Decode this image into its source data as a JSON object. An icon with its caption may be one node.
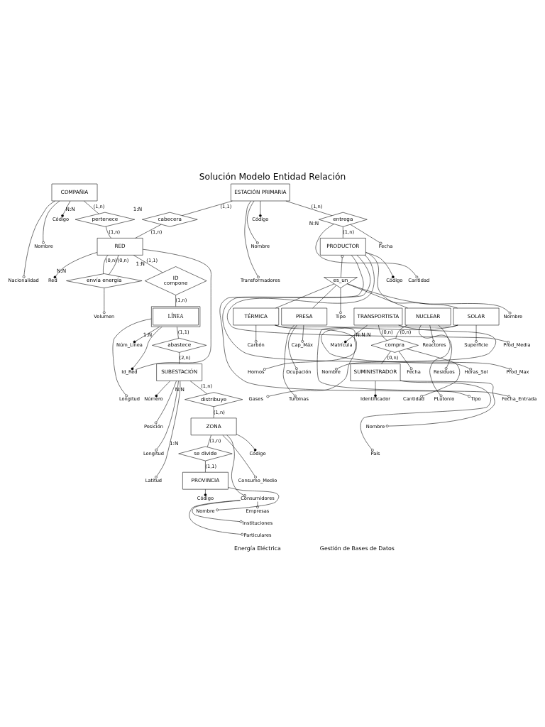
{
  "diagram": {
    "title": "Solución Modelo Entidad Relación",
    "nodes": [
      {
        "text": [
          "COMPAÑIA"
        ]
      },
      {
        "text": [
          "Código"
        ]
      },
      {
        "text": [
          "Nombre"
        ]
      },
      {
        "text": [
          "Nacionalidad"
        ]
      },
      {
        "text": [
          "ESTACIÓN PRIMARIA"
        ]
      },
      {
        "text": [
          "Código"
        ]
      },
      {
        "text": [
          "Nombre"
        ]
      },
      {
        "text": [
          "Transformadores"
        ]
      },
      {
        "text": [
          "entrega"
        ],
        "beside": [
          "N:N"
        ]
      },
      {
        "text": [
          "Fecha"
        ]
      },
      {
        "text": [
          "Cantidad"
        ]
      },
      {
        "text": [
          "PRODUCTOR"
        ]
      },
      {
        "text": [
          "Código"
        ]
      },
      {
        "text": [
          "Nombre"
        ]
      },
      {
        "text": [
          "Prod_Media"
        ]
      },
      {
        "text": [
          "Prod_Max"
        ]
      },
      {
        "text": [
          "Fecha_Entrada"
        ]
      },
      {
        "text": [
          "pertenece"
        ],
        "beside": [
          "N:N"
        ]
      },
      {
        "text": [
          "cabecera"
        ],
        "beside": [
          "1:N"
        ]
      },
      {
        "text": [
          "es_un"
        ]
      },
      {
        "text": [
          "Tipo"
        ]
      },
      {
        "text": [
          "Reactores"
        ]
      },
      {
        "text": [
          "Residuos"
        ]
      },
      {
        "text": [
          "PLutonio"
        ]
      },
      {
        "text": [
          "Volumen"
        ]
      },
      {
        "text": [
          "envía energía"
        ],
        "beside": [
          "N:N"
        ]
      },
      {
        "text": [
          "RED"
        ]
      },
      {
        "text": [
          "Red"
        ]
      },
      {
        "text": [
          "PRESA"
        ]
      },
      {
        "text": [
          "SOLAR"
        ]
      },
      {
        "text": [
          "TÉRMICA"
        ]
      },
      {
        "text": [
          "NUCLEAR"
        ]
      },
      {
        "text": [
          "Cap_Máx"
        ]
      },
      {
        "text": [
          "Ocupación"
        ]
      },
      {
        "text": [
          "Turbinas"
        ]
      },
      {
        "text": [
          "Superficie"
        ]
      },
      {
        "text": [
          "Horas_Sol"
        ]
      },
      {
        "text": [
          "Tipo"
        ]
      },
      {
        "text": [
          "Carbón"
        ]
      },
      {
        "text": [
          "Hornos"
        ]
      },
      {
        "text": [
          "Gases"
        ]
      },
      {
        "text": [
          "ID",
          "compone"
        ],
        "beside": [
          "1:N"
        ]
      },
      {
        "text": [
          "Fecha"
        ]
      },
      {
        "text": [
          "Cantidad"
        ]
      },
      {
        "text": [
          "compra"
        ],
        "beside": [
          "N:N:N"
        ]
      },
      {
        "text": [
          "TRANSPORTISTA"
        ]
      },
      {
        "text": [
          "Matrícula"
        ]
      },
      {
        "text": [
          "Nombre"
        ]
      },
      {
        "text": [
          "LÍNEA"
        ]
      },
      {
        "text": [
          "Núm_Línea"
        ]
      },
      {
        "text": [
          "Id_Red"
        ]
      },
      {
        "text": [
          "Longitud"
        ]
      },
      {
        "text": [
          "SUMINISTRADOR"
        ]
      },
      {
        "text": [
          "Identificador"
        ]
      },
      {
        "text": [
          "Nombre"
        ]
      },
      {
        "text": [
          "País"
        ]
      },
      {
        "text": [
          "abastece"
        ],
        "beside": [
          "1:N"
        ]
      },
      {
        "text": [
          "Código"
        ]
      },
      {
        "text": [
          "Consumo_Medio"
        ]
      },
      {
        "text": [
          "Consumidores"
        ]
      },
      {
        "text": [
          "Empresas"
        ]
      },
      {
        "text": [
          "Instituciones"
        ]
      },
      {
        "text": [
          "Particulares"
        ]
      },
      {
        "text": [
          "Código"
        ]
      },
      {
        "text": [
          "Nombre"
        ]
      },
      {
        "text": [
          "Número"
        ]
      },
      {
        "text": [
          "Posición"
        ]
      },
      {
        "text": [
          "Longitud"
        ]
      },
      {
        "text": [
          "Latitud"
        ]
      },
      {
        "text": [
          "SUBESTACIÓN"
        ]
      },
      {
        "text": [
          "distribuye"
        ],
        "beside": [
          "N:N"
        ]
      },
      {
        "text": [
          "ZONA"
        ]
      },
      {
        "text": [
          "se divide"
        ],
        "beside": [
          "1:N"
        ]
      },
      {
        "text": [
          "PROVINCIA"
        ]
      }
    ],
    "edges": [
      {
        "from": 0,
        "to": 1,
        "arrow": "other"
      },
      {
        "from": 0,
        "to": 2,
        "arrow": "other"
      },
      {
        "from": 0,
        "to": 3,
        "arrow": "other"
      },
      {
        "from": 4,
        "to": 5,
        "arrow": "other"
      },
      {
        "from": 4,
        "to": 6,
        "arrow": "other"
      },
      {
        "from": 4,
        "to": 7,
        "arrow": "other"
      },
      {
        "from": 8,
        "to": 9,
        "arrow": "other"
      },
      {
        "from": 8,
        "to": 10,
        "arrow": "other"
      },
      {
        "from": 11,
        "to": 12,
        "arrow": "other"
      },
      {
        "from": 11,
        "to": 13,
        "arrow": "other"
      },
      {
        "from": 11,
        "to": 14,
        "arrow": "other"
      },
      {
        "from": 11,
        "to": 15,
        "arrow": "other"
      },
      {
        "from": 11,
        "to": 16,
        "arrow": "other"
      },
      {
        "from": 19,
        "to": 20,
        "arrow": "other"
      },
      {
        "from": 31,
        "to": 21,
        "arrow": "other"
      },
      {
        "from": 31,
        "to": 22,
        "arrow": "other"
      },
      {
        "from": 31,
        "to": 23,
        "arrow": "other"
      },
      {
        "from": 25,
        "to": 24,
        "arrow": "other"
      },
      {
        "from": 26,
        "to": 27,
        "arrow": "other"
      },
      {
        "from": 28,
        "to": 32,
        "arrow": "other"
      },
      {
        "from": 28,
        "to": 33,
        "arrow": "other"
      },
      {
        "from": 28,
        "to": 34,
        "arrow": "other"
      },
      {
        "from": 29,
        "to": 35,
        "arrow": "other"
      },
      {
        "from": 29,
        "to": 36,
        "arrow": "other"
      },
      {
        "from": 29,
        "to": 37,
        "arrow": "other"
      },
      {
        "from": 30,
        "to": 38,
        "arrow": "other"
      },
      {
        "from": 30,
        "to": 39,
        "arrow": "other"
      },
      {
        "from": 30,
        "to": 40,
        "arrow": "other"
      },
      {
        "from": 44,
        "to": 42,
        "arrow": "other"
      },
      {
        "from": 44,
        "to": 43,
        "arrow": "other"
      },
      {
        "from": 45,
        "to": 46,
        "arrow": "other"
      },
      {
        "from": 45,
        "to": 47,
        "arrow": "other"
      },
      {
        "from": 48,
        "to": 49,
        "arrow": "other"
      },
      {
        "from": 48,
        "to": 50,
        "arrow": "other"
      },
      {
        "from": 48,
        "to": 51,
        "arrow": "other"
      },
      {
        "from": 52,
        "to": 53,
        "arrow": "other"
      },
      {
        "from": 52,
        "to": 54,
        "arrow": "other"
      },
      {
        "from": 52,
        "to": 55,
        "arrow": "other"
      },
      {
        "from": 71,
        "to": 57,
        "arrow": "other"
      },
      {
        "from": 71,
        "to": 58,
        "arrow": "other"
      },
      {
        "from": 71,
        "to": 59,
        "arrow": "other"
      },
      {
        "from": 59,
        "to": 60,
        "arrow": "other"
      },
      {
        "from": 59,
        "to": 61,
        "arrow": "other"
      },
      {
        "from": 59,
        "to": 62,
        "arrow": "other"
      },
      {
        "from": 73,
        "to": 63,
        "arrow": "other"
      },
      {
        "from": 73,
        "to": 64,
        "arrow": "other"
      },
      {
        "from": 69,
        "to": 65,
        "arrow": "other"
      },
      {
        "from": 69,
        "to": 66,
        "arrow": "other"
      },
      {
        "from": 69,
        "to": 67,
        "arrow": "other"
      },
      {
        "from": 69,
        "to": 68,
        "arrow": "other"
      },
      {
        "from": 4,
        "to": 8,
        "label": "(1,n)",
        "arrow": "none"
      },
      {
        "from": 8,
        "to": 11,
        "label": "(1,n)",
        "arrow": "none"
      },
      {
        "from": 0,
        "to": 17,
        "label": "(1,n)",
        "arrow": "none"
      },
      {
        "from": 17,
        "to": 26,
        "label": "(1,n)",
        "arrow": "none"
      },
      {
        "from": 4,
        "to": 18,
        "label": "(1,1)",
        "arrow": "none"
      },
      {
        "from": 18,
        "to": 26,
        "label": "(1,n)",
        "arrow": "none"
      },
      {
        "from": 26,
        "to": 25,
        "label": "(0,n)",
        "arrow": "none"
      },
      {
        "from": 26,
        "to": 25,
        "label": "(0,n)",
        "arrow": "none"
      },
      {
        "from": 11,
        "to": 19,
        "arrow": "other"
      },
      {
        "from": 19,
        "to": 28,
        "arrow": "none"
      },
      {
        "from": 19,
        "to": 29,
        "arrow": "none"
      },
      {
        "from": 19,
        "to": 30,
        "arrow": "none"
      },
      {
        "from": 19,
        "to": 31,
        "arrow": "none"
      },
      {
        "from": 26,
        "to": 41,
        "label": "(1,1)",
        "arrow": "none"
      },
      {
        "from": 41,
        "to": 48,
        "label": "(1,n)",
        "arrow": "none"
      },
      {
        "from": 26,
        "to": 50,
        "arrow": "none"
      },
      {
        "from": 31,
        "to": 44,
        "label": "(0,n)",
        "arrow": "none"
      },
      {
        "from": 45,
        "to": 44,
        "label": "(0,n)",
        "arrow": "none"
      },
      {
        "from": 44,
        "to": 52,
        "label": "(0,n)",
        "arrow": "none"
      },
      {
        "from": 48,
        "to": 56,
        "label": "(1,1)",
        "arrow": "none"
      },
      {
        "from": 56,
        "to": 69,
        "label": "(2,n)",
        "arrow": "none"
      },
      {
        "from": 69,
        "to": 70,
        "label": "(1,n)",
        "arrow": "none"
      },
      {
        "from": 70,
        "to": 71,
        "label": "(1,n)",
        "arrow": "none"
      },
      {
        "from": 71,
        "to": 72,
        "label": "(1,n)",
        "arrow": "none"
      },
      {
        "from": 72,
        "to": 73,
        "label": "(1,1)",
        "arrow": "none"
      }
    ],
    "labels": [
      "Energía Eléctrica",
      "Gestión de Bases de Datos"
    ]
  }
}
